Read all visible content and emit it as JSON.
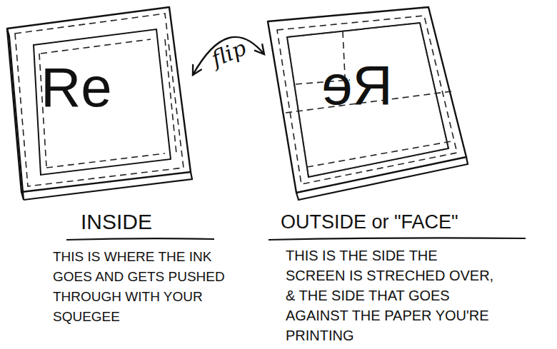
{
  "diagram": {
    "nodes": [
      {
        "text": [
          "Re"
        ]
      },
      {
        "text": [
          "Re"
        ]
      }
    ],
    "edges": [
      {
        "from": 0,
        "to": 1,
        "label": "flip",
        "arrow": "both"
      }
    ],
    "labels": [
      "INSIDE",
      "THIS IS WHERE THE INK GOES AND GETS PUSHED THROUGH WITH YOUR SQUEGEE",
      "OUTSIDE or \"FACE\"",
      "THIS IS THE SIDE THE SCREEN IS STRECHED OVER, & THE SIDE THAT GOES AGAINST THE PAPER YOU'RE PRINTING"
    ]
  }
}
